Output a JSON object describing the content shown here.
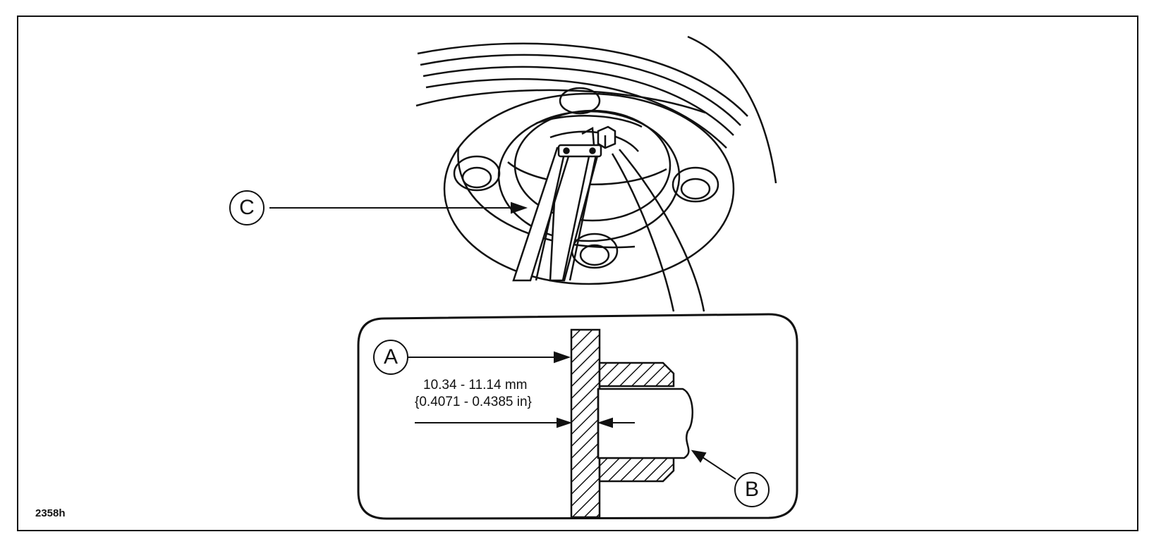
{
  "callouts": {
    "a": "A",
    "b": "B",
    "c": "C"
  },
  "dimension": {
    "metric": "10.34 - 11.14 mm",
    "imperial": "{0.4071 - 0.4385 in}"
  },
  "figure_id": "2358h"
}
